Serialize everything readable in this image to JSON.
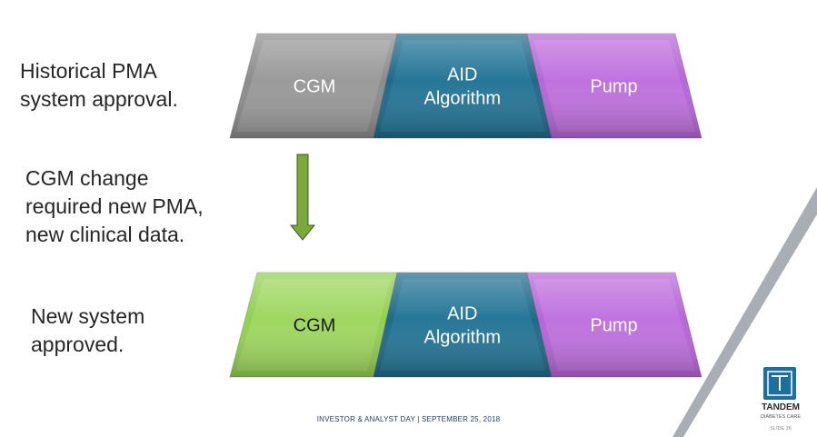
{
  "labels": {
    "top": "Historical PMA\nsystem approval.",
    "middle": "CGM change\nrequired new PMA,\nnew clinical data.",
    "bottom": "New system\napproved."
  },
  "rows": [
    {
      "name": "historical",
      "blocks": [
        {
          "id": "cgm",
          "lines": [
            "CGM"
          ],
          "color": "#8c8c8c"
        },
        {
          "id": "aid",
          "lines": [
            "AID",
            "Algorithm"
          ],
          "color": "#1f6a8a"
        },
        {
          "id": "pump",
          "lines": [
            "Pump"
          ],
          "color": "#b765d8"
        }
      ]
    },
    {
      "name": "new",
      "blocks": [
        {
          "id": "cgm",
          "lines": [
            "CGM"
          ],
          "color": "#92d050"
        },
        {
          "id": "aid",
          "lines": [
            "AID",
            "Algorithm"
          ],
          "color": "#1f6a8a"
        },
        {
          "id": "pump",
          "lines": [
            "Pump"
          ],
          "color": "#b765d8"
        }
      ]
    }
  ],
  "arrow_color": "#7aa83b",
  "footer": "INVESTOR & ANALYST DAY | SEPTEMBER 25, 2018",
  "logo": {
    "word": "TANDEM",
    "sub": "DIABETES CARE",
    "slide": "SLIDE 26",
    "color": "#1d6fa0"
  }
}
